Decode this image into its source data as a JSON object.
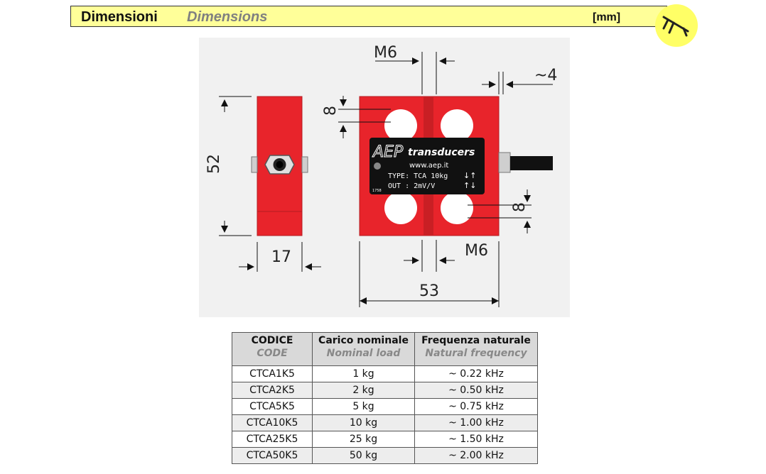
{
  "header": {
    "title_it": "Dimensioni",
    "title_en": "Dimensions",
    "unit": "[mm]"
  },
  "drawing": {
    "dim_m6_top": "M6",
    "dim_4": "~4",
    "dim_8_top": "8",
    "dim_52": "52",
    "dim_8_bottom": "8",
    "dim_m6_bottom": "M6",
    "dim_17": "17",
    "dim_53": "53",
    "label": {
      "brand_aep": "AEP",
      "brand_transducers": "transducers",
      "url": "www.aep.it",
      "type": "TYPE: TCA 10kg",
      "out": "OUT : 2mV/V",
      "code": "1758"
    }
  },
  "table": {
    "headers": [
      {
        "it": "CODICE",
        "en": "CODE"
      },
      {
        "it": "Carico nominale",
        "en": "Nominal load"
      },
      {
        "it": "Frequenza naturale",
        "en": "Natural frequency"
      }
    ],
    "rows": [
      [
        "CTCA1K5",
        "1 kg",
        "~ 0.22 kHz"
      ],
      [
        "CTCA2K5",
        "2 kg",
        "~ 0.50 kHz"
      ],
      [
        "CTCA5K5",
        "5 kg",
        "~ 0.75 kHz"
      ],
      [
        "CTCA10K5",
        "10 kg",
        "~ 1.00 kHz"
      ],
      [
        "CTCA25K5",
        "25 kg",
        "~ 1.50 kHz"
      ],
      [
        "CTCA50K5",
        "50 kg",
        "~ 2.00 kHz"
      ]
    ]
  },
  "colors": {
    "header_bg": "#ffff99",
    "body_red": "#e8242b",
    "caliper_circle": "#ffff66"
  }
}
